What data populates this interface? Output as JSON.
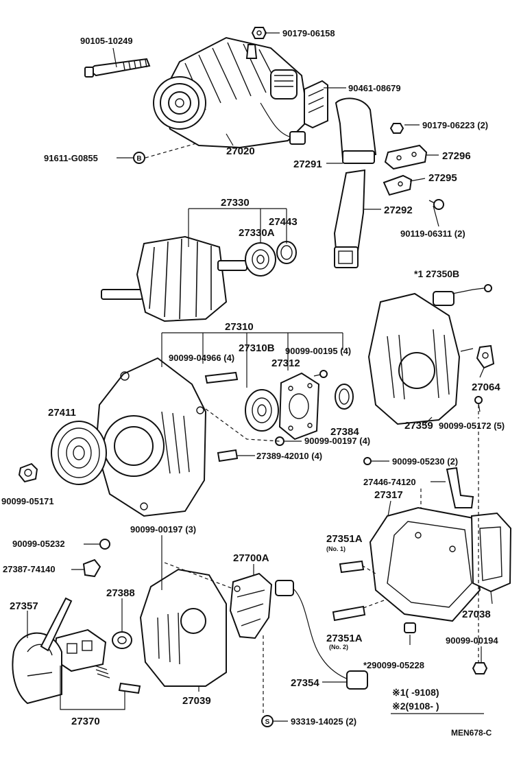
{
  "labels": {
    "p90105_10249": "90105-10249",
    "p90179_06158": "90179-06158",
    "p90461_08679": "90461-08679",
    "p90179_06223": "90179-06223 (2)",
    "p27296": "27296",
    "p27020": "27020",
    "p91611_g0855": "91611-G0855",
    "p27291": "27291",
    "p27295": "27295",
    "p27292": "27292",
    "p90119_06311": "90119-06311 (2)",
    "p27330": "27330",
    "p27443": "27443",
    "p27330a": "27330A",
    "p27350b": "*1 27350B",
    "p27310": "27310",
    "p27310b": "27310B",
    "p90099_00195": "90099-00195 (4)",
    "p90099_04966": "90099-04966 (4)",
    "p27312": "27312",
    "p27064": "27064",
    "p27411": "27411",
    "p27384": "27384",
    "p90099_00197_4": "90099-00197 (4)",
    "p27359": "27359",
    "p90099_05172": "90099-05172 (5)",
    "p27389_42010": "27389-42010 (4)",
    "p90099_05230": "90099-05230 (2)",
    "p90099_05171": "90099-05171",
    "p27446_74120": "27446-74120",
    "p27317": "27317",
    "p90099_00197_3": "90099-00197 (3)",
    "p90099_05232": "90099-05232",
    "p27351a_1": "27351A",
    "p27351a_1_note": "(No. 1)",
    "p27700a": "27700A",
    "p27387_74140": "27387-74140",
    "p27388": "27388",
    "p27357": "27357",
    "p27038": "27038",
    "p27351a_2": "27351A",
    "p27351a_2_note": "(No. 2)",
    "p90099_00194": "90099-00194",
    "p90099_05228": "*290099-05228",
    "p27354": "27354",
    "p27039": "27039",
    "p27370": "27370",
    "p93319_14025": "93319-14025 (2)"
  },
  "symbols": {
    "circled_b": "B",
    "circled_s": "S"
  },
  "notes": {
    "note1": "※1(      -9108)",
    "note2": "※2(9108-        )"
  },
  "figure_code": "MEN678-C"
}
